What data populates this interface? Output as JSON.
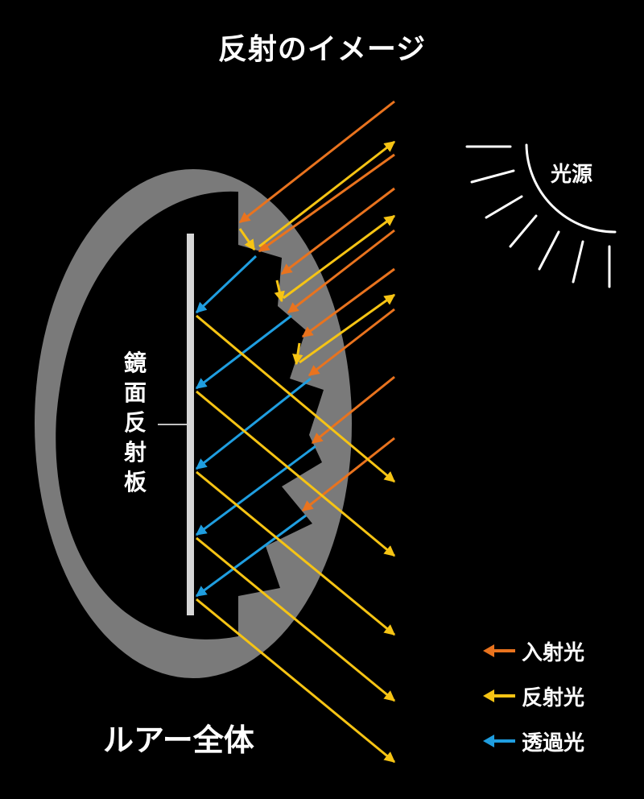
{
  "title": "反射のイメージ",
  "light_source_label": "光源",
  "plate_label": "鏡面反射板",
  "lure_label": "ルアー全体",
  "legend": [
    {
      "label": "入射光",
      "color": "#e9731e",
      "icon": "arrow-left-icon"
    },
    {
      "label": "反射光",
      "color": "#f6c414",
      "icon": "arrow-left-icon"
    },
    {
      "label": "透過光",
      "color": "#1f9ee0",
      "icon": "arrow-left-icon"
    }
  ],
  "colors": {
    "background": "#000000",
    "lure_body": "#7a7a7a",
    "plate": "#d6d6d6",
    "incident": "#e9731e",
    "reflected": "#f6c414",
    "transmitted": "#1f9ee0",
    "text": "#ffffff"
  }
}
